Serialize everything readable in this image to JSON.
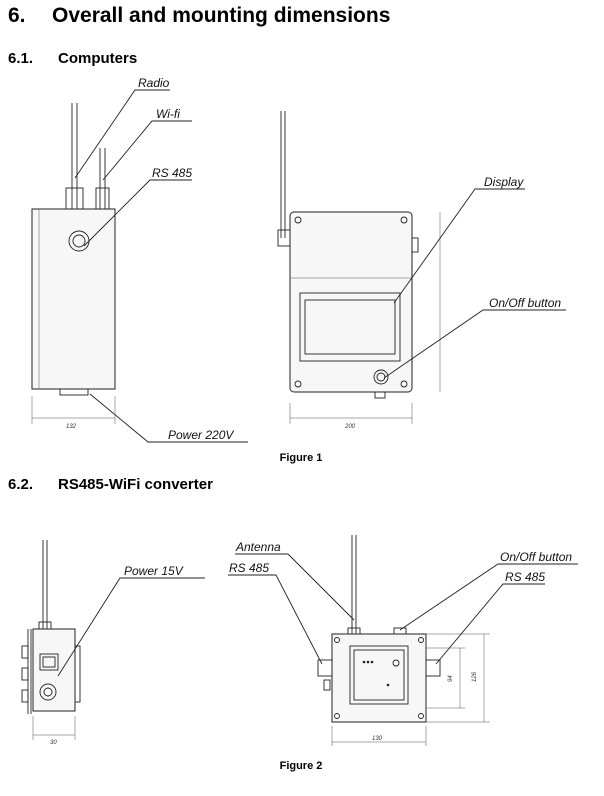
{
  "section": {
    "number": "6.",
    "title": "Overall and mounting dimensions"
  },
  "sub1": {
    "number": "6.1.",
    "title": "Computers"
  },
  "sub2": {
    "number": "6.2.",
    "title": "RS485-WiFi converter"
  },
  "figure1": {
    "caption": "Figure 1",
    "labels": {
      "radio": "Radio",
      "wifi": "Wi-fi",
      "rs485": "RS 485",
      "power": "Power 220V",
      "display": "Display",
      "onoff": "On/Off button"
    },
    "dims": {
      "side_width": "132",
      "front_width": "200"
    }
  },
  "figure2": {
    "caption": "Figure 2",
    "labels": {
      "power": "Power 15V",
      "rs485_left": "RS 485",
      "antenna": "Antenna",
      "onoff": "On/Off button",
      "rs485_right": "RS 485"
    },
    "dims": {
      "side_width": "30",
      "front_width": "130",
      "height_inner": "94",
      "height_outer": "126"
    }
  }
}
